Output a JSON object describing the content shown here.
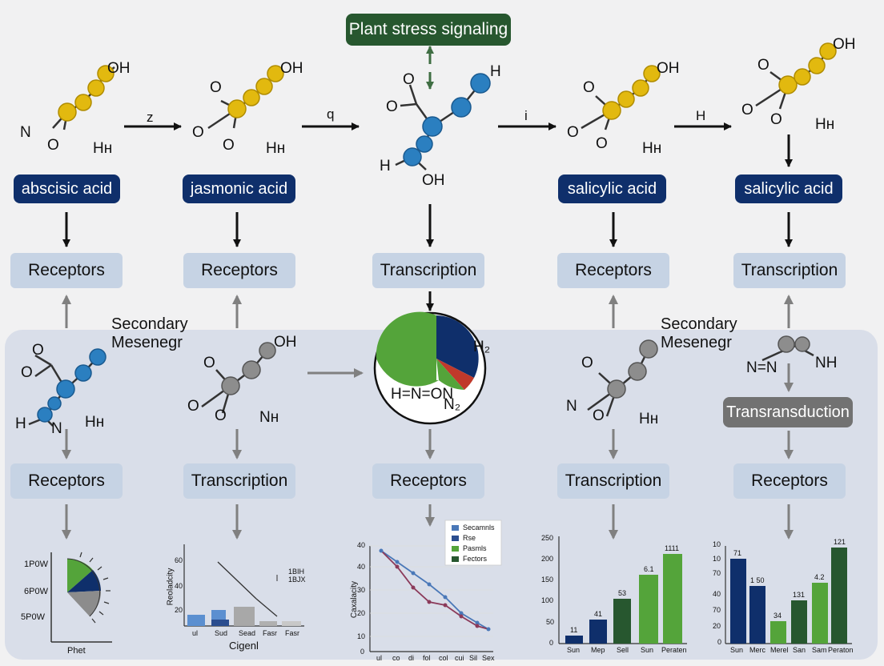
{
  "title": "Plant stress signaling",
  "top_arrows": [
    "z",
    "q",
    "i",
    "H"
  ],
  "molecules": {
    "m1": {
      "name": "abscisic acid",
      "atoms": [
        "OH",
        "N",
        "O",
        "Hн"
      ]
    },
    "m2": {
      "name": "jasmonic acid",
      "atoms": [
        "OH",
        "O",
        "O",
        "O",
        "Hн"
      ]
    },
    "m3": {
      "atoms": [
        "O",
        "O",
        "H",
        "H",
        "OH"
      ]
    },
    "m4": {
      "name": "salicylic acid",
      "atoms": [
        "OH",
        "O",
        "O",
        "O",
        "Hн"
      ]
    },
    "m5": {
      "name": "salicylic acid",
      "atoms": [
        "OH",
        "O",
        "O",
        "O",
        "Hн"
      ]
    }
  },
  "row1_boxes": [
    "Receptors",
    "Receptors",
    "Transcription",
    "Receptors",
    "Transcription"
  ],
  "secondary_label": "Secondary\nMesenegr",
  "lower_molecules": {
    "a": {
      "atoms": [
        "O",
        "O",
        "H",
        "N",
        "Hн"
      ]
    },
    "b": {
      "atoms": [
        "OH",
        "O",
        "O",
        "O",
        "Nн"
      ]
    },
    "c": {
      "atoms": [
        "O",
        "N",
        "O",
        "O",
        "Hн"
      ]
    },
    "d": {
      "atoms": [
        "N=N",
        "NH"
      ]
    }
  },
  "pie_labels": [
    "H₂",
    "H=N=ON",
    "N₂"
  ],
  "transduction": "Transransduction",
  "row2_boxes": [
    "Receptors",
    "Transcription",
    "Receptors",
    "Transcription",
    "Receptors"
  ],
  "colors": {
    "blue": "#0f2f6b",
    "green": "#27572f",
    "lightgreen": "#54a43a",
    "yellow": "#e2b90f",
    "molblue": "#2b7fc0"
  },
  "charts": {
    "gauge": {
      "ticks": [
        "1P0W",
        "6P0W",
        "5P0W"
      ],
      "xlabel": "Phet"
    },
    "barline": {
      "ylabel": "Reoladcity",
      "ticks": [
        "60",
        "40",
        "20"
      ],
      "annot": [
        "1BIH",
        "1BJX"
      ],
      "categories": [
        "ul",
        "Sud",
        "Sead",
        "Fasr",
        "Fasr"
      ],
      "xlabel": "Cigenl"
    },
    "line": {
      "ylabel": "Caxalacity",
      "ticks": [
        "40",
        "40",
        "30",
        "20",
        "10",
        "0"
      ],
      "categories": [
        "ul",
        "co",
        "di",
        "fol",
        "col",
        "cui",
        "Sil",
        "Sex"
      ],
      "legend": [
        "Secamnls",
        "Rse",
        "Pasmls",
        "Fectors"
      ]
    },
    "bar3": {
      "ticks": [
        "250",
        "200",
        "150",
        "100",
        "50",
        "0"
      ],
      "categories": [
        "Sun",
        "Mep",
        "Sell",
        "Sun",
        "Peraten"
      ],
      "labels": [
        "11",
        "41",
        "53",
        "6.1",
        "1111"
      ]
    },
    "bar4": {
      "ticks": [
        "10",
        "10",
        "70",
        "40",
        "70",
        "20",
        "0"
      ],
      "categories": [
        "Sun",
        "Merc",
        "Merel",
        "San",
        "Sam",
        "Peraton"
      ],
      "labels": [
        "71",
        "1 50",
        "34",
        "131",
        "4.2",
        "121"
      ]
    }
  }
}
